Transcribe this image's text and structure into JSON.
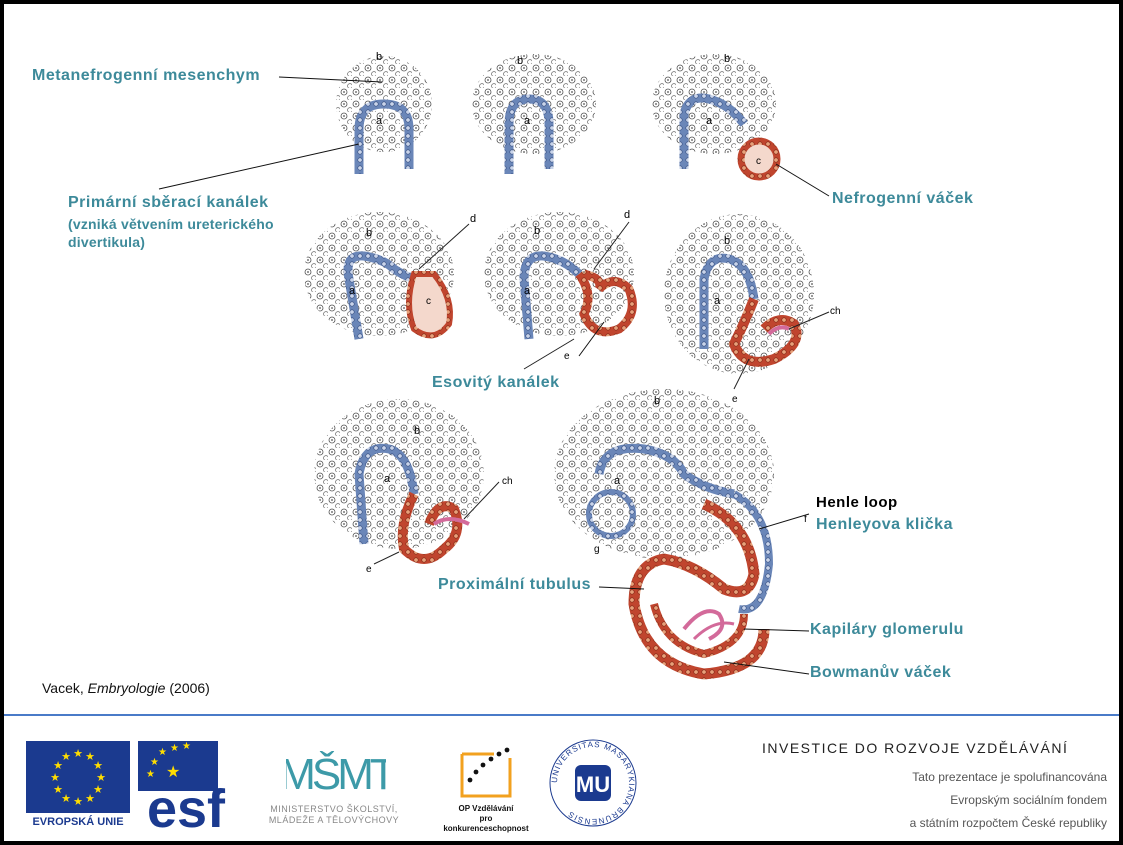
{
  "labels": {
    "metanefrogenni": "Metanefrogenní mesenchym",
    "primarni": "Primární sběrací kanálek",
    "primarni_sub1": "(vzniká větvením ureterického",
    "primarni_sub2": "divertikula)",
    "nefrogenni": "Nefrogenní váček",
    "esovity": "Esovitý kanálek",
    "henle_en": "Henle loop",
    "henle_cz": "Henleyova klička",
    "proximalni": "Proximální tubulus",
    "kapilary": "Kapiláry glomerulu",
    "bowman": "Bowmanův váček"
  },
  "letters": {
    "a": "a",
    "b": "b",
    "c": "c",
    "d": "d",
    "e": "e",
    "f": "f",
    "g": "g",
    "ch": "ch"
  },
  "citation": {
    "author": "Vacek,",
    "title": "Embryologie",
    "year": "(2006)"
  },
  "footer": {
    "heading": "INVESTICE DO ROZVOJE VZDĚLÁVÁNÍ",
    "line1": "Tato prezentace je spolufinancována",
    "line2": "Evropským sociálním fondem",
    "line3": "a státním rozpočtem České republiky",
    "eu_caption": "EVROPSKÁ UNIE",
    "esf_logo": "esf",
    "msmt_logo": "MŠMT",
    "msmt_caption1": "MINISTERSTVO ŠKOLSTVÍ,",
    "msmt_caption2": "MLÁDEŽE A TĚLOVÝCHOVY",
    "op_caption1": "OP Vzdělávání",
    "op_caption2": "pro konkurenceschopnost",
    "muni_ring": "UNIVERSITAS MASARYKIANA BRUNENSIS",
    "muni_mark": "MU"
  },
  "colors": {
    "label": "#3d8a9a",
    "duct_blue": "#4e6fa8",
    "tubule_red": "#c0452e",
    "capillary_pink": "#d36a9a",
    "rule": "#4a7bc8",
    "eu_blue": "#1b3a8f",
    "eu_star": "#ffdd00"
  }
}
